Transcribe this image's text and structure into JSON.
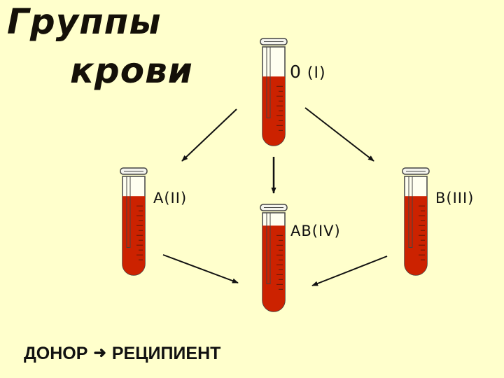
{
  "title": {
    "line1": "Группы",
    "line2": "крови"
  },
  "tubes": [
    {
      "id": "0",
      "label_main": "0",
      "label_rest": "(I)",
      "fill_fraction": 0.7
    },
    {
      "id": "A",
      "label": "A(II)",
      "fill_fraction": 0.8
    },
    {
      "id": "AB",
      "label": "AB(IV)",
      "fill_fraction": 0.87
    },
    {
      "id": "B",
      "label": "B(III)",
      "fill_fraction": 0.8
    }
  ],
  "arrows": [
    {
      "from": "0",
      "to": "A"
    },
    {
      "from": "0",
      "to": "AB"
    },
    {
      "from": "0",
      "to": "B"
    },
    {
      "from": "A",
      "to": "AB"
    },
    {
      "from": "B",
      "to": "AB"
    }
  ],
  "legend": {
    "donor": "ДОНОР",
    "arrow": "➜",
    "recipient": "РЕЦИПИЕНТ"
  },
  "colors": {
    "background": "#FFFFCC",
    "blood": "#CC2200",
    "tube_glass": "#FFFFF0",
    "outline": "#444444"
  }
}
